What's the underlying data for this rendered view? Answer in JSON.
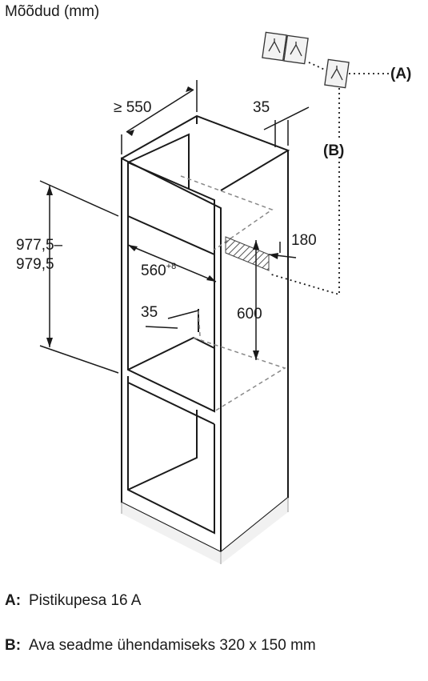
{
  "title": "Mõõdud (mm)",
  "dimensions": {
    "depth_min": "≥ 550",
    "offset_top": "35",
    "height_range_line1": "977,5–",
    "height_range_line2": "979,5",
    "niche_width": "560",
    "niche_width_tolerance": "+8",
    "offset_inner": "35",
    "height_600": "600",
    "width_180": "180"
  },
  "callouts": {
    "a": "(A)",
    "b": "(B)"
  },
  "legend": [
    {
      "key": "A:",
      "text": "Pistikupesa 16 A"
    },
    {
      "key": "B:",
      "text": "Ava seadme ühendamiseks 320 x 150 mm"
    }
  ]
}
